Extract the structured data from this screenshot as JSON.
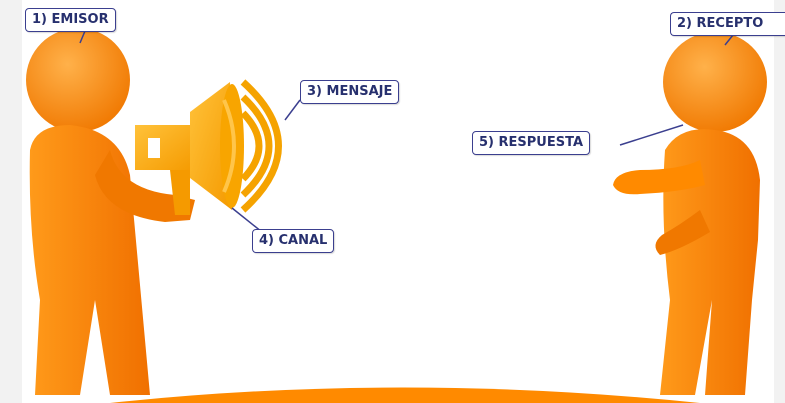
{
  "labels": {
    "emisor": "1) EMISOR",
    "receptor": "2) RECEPTO",
    "mensaje": "3) MENSAJE",
    "canal": "4) CANAL",
    "respuesta": "5) RESPUESTA"
  },
  "colors": {
    "figure": "#ff8a00",
    "figure_dark": "#e06a00",
    "megaphone": "#ffaa00",
    "label_border": "#3b3f8f",
    "label_text": "#27306e"
  },
  "icons": [
    "person-emisor",
    "person-receptor",
    "megaphone-icon",
    "sound-waves-icon"
  ]
}
